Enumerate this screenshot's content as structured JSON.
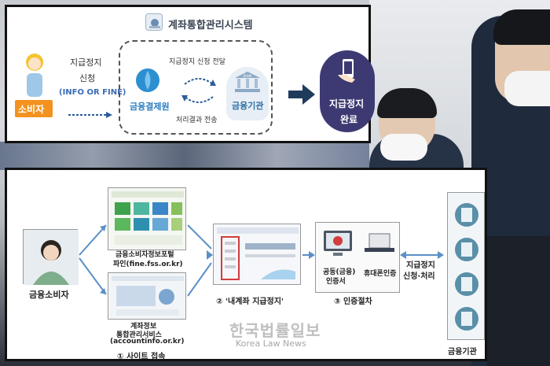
{
  "top_panel": {
    "title": "계좌통합관리시스템",
    "consumer_label": "소비자",
    "request_line1": "지급정지",
    "request_line2": "신청",
    "request_line3": "(INFO OR FINE)",
    "financial_settlement": "금융결제원",
    "relay_label": "지급정지 신청 전달",
    "result_label": "처리결과 전송",
    "bank_sign": "BANK",
    "bank_label": "금융기관",
    "done_line1": "지급정지",
    "done_line2": "완료"
  },
  "bottom_panel": {
    "user_label": "금융소비자",
    "portal_top_line1": "금융소비자정보포털",
    "portal_top_line2": "파인(fine.fss.or.kr)",
    "portal_bottom_line1": "계좌정보",
    "portal_bottom_line2": "통합관리서비스",
    "portal_bottom_line3": "(accountinfo.or.kr)",
    "step1": "① 사이트 접속",
    "step2": "② '내계좌 지급정지'",
    "step3": "③ 인증절차",
    "auth_cert_line1": "공동(금융)",
    "auth_cert_line2": "인증서",
    "auth_phone": "휴대폰인증",
    "stop_line1": "지급정지",
    "stop_line2": "신청·처리",
    "bank_label": "금융기관"
  },
  "watermark": {
    "korean": "한국법률일보",
    "english": "Korea Law News"
  },
  "colors": {
    "consumer_orange": "#f3921e",
    "done_purple": "#3d3a73",
    "accent_blue": "#2c7dbf",
    "arrow_navy": "#1f3b5c"
  }
}
